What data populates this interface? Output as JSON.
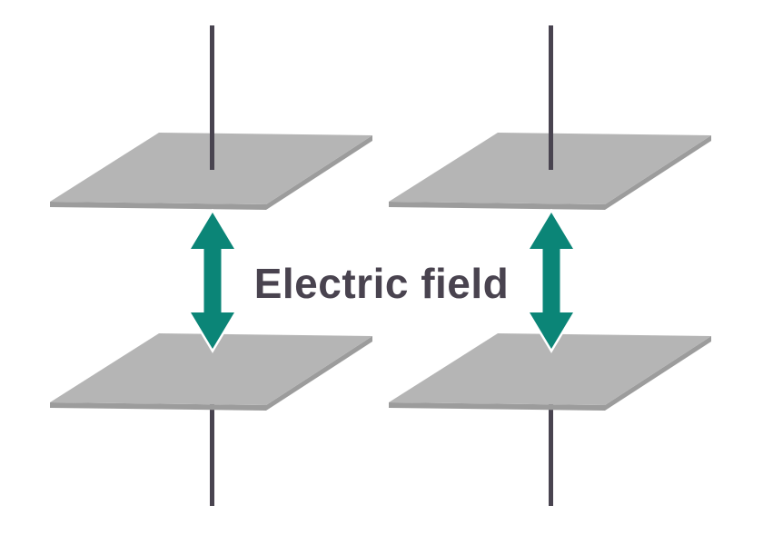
{
  "diagram": {
    "title": "parallel-plate-capacitors-electric-field",
    "label": {
      "text": "Electric field",
      "color": "#49434f"
    },
    "colors": {
      "background": "#ffffff",
      "plate_face": "#b5b5b5",
      "plate_side": "#9c9c9c",
      "wire": "#494450",
      "arrow_fill": "#0b8577",
      "arrow_outline": "#ffffff",
      "label_color": "#49434f"
    },
    "units": [
      {
        "name": "left-capacitor",
        "parts": [
          "top-wire",
          "top-plate",
          "field-arrow",
          "bottom-plate",
          "bottom-wire"
        ]
      },
      {
        "name": "right-capacitor",
        "parts": [
          "top-wire",
          "top-plate",
          "field-arrow",
          "bottom-plate",
          "bottom-wire"
        ]
      }
    ]
  }
}
